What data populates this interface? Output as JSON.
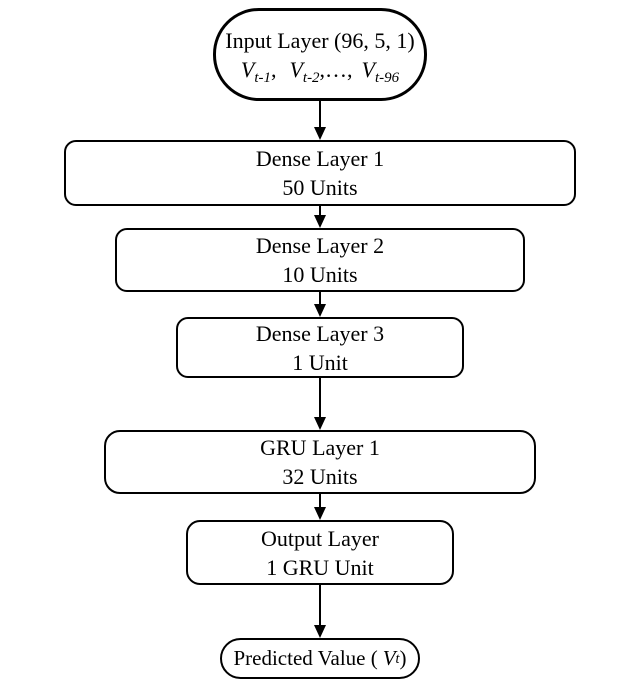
{
  "colors": {
    "background": "#ffffff",
    "stroke": "#000000",
    "text": "#000000"
  },
  "flowchart": {
    "input_node": {
      "title": "Input Layer (96, 5, 1)",
      "formula": {
        "v1": "V",
        "sub1": "t-1",
        "sep1": ",",
        "v2": "V",
        "sub2": "t-2",
        "sep2": ",…,",
        "v3": "V",
        "sub3": "t-96"
      }
    },
    "layer_nodes": [
      {
        "name": "Dense Layer 1",
        "units": "50 Units"
      },
      {
        "name": "Dense Layer 2",
        "units": "10 Units"
      },
      {
        "name": "Dense Layer 3",
        "units": "1 Unit"
      },
      {
        "name": "GRU Layer 1",
        "units": "32 Units"
      },
      {
        "name": "Output Layer",
        "units": "1 GRU Unit"
      }
    ],
    "output_node": {
      "prefix": "Predicted Value (",
      "var": "V",
      "sub": "t",
      "suffix": ")"
    }
  }
}
